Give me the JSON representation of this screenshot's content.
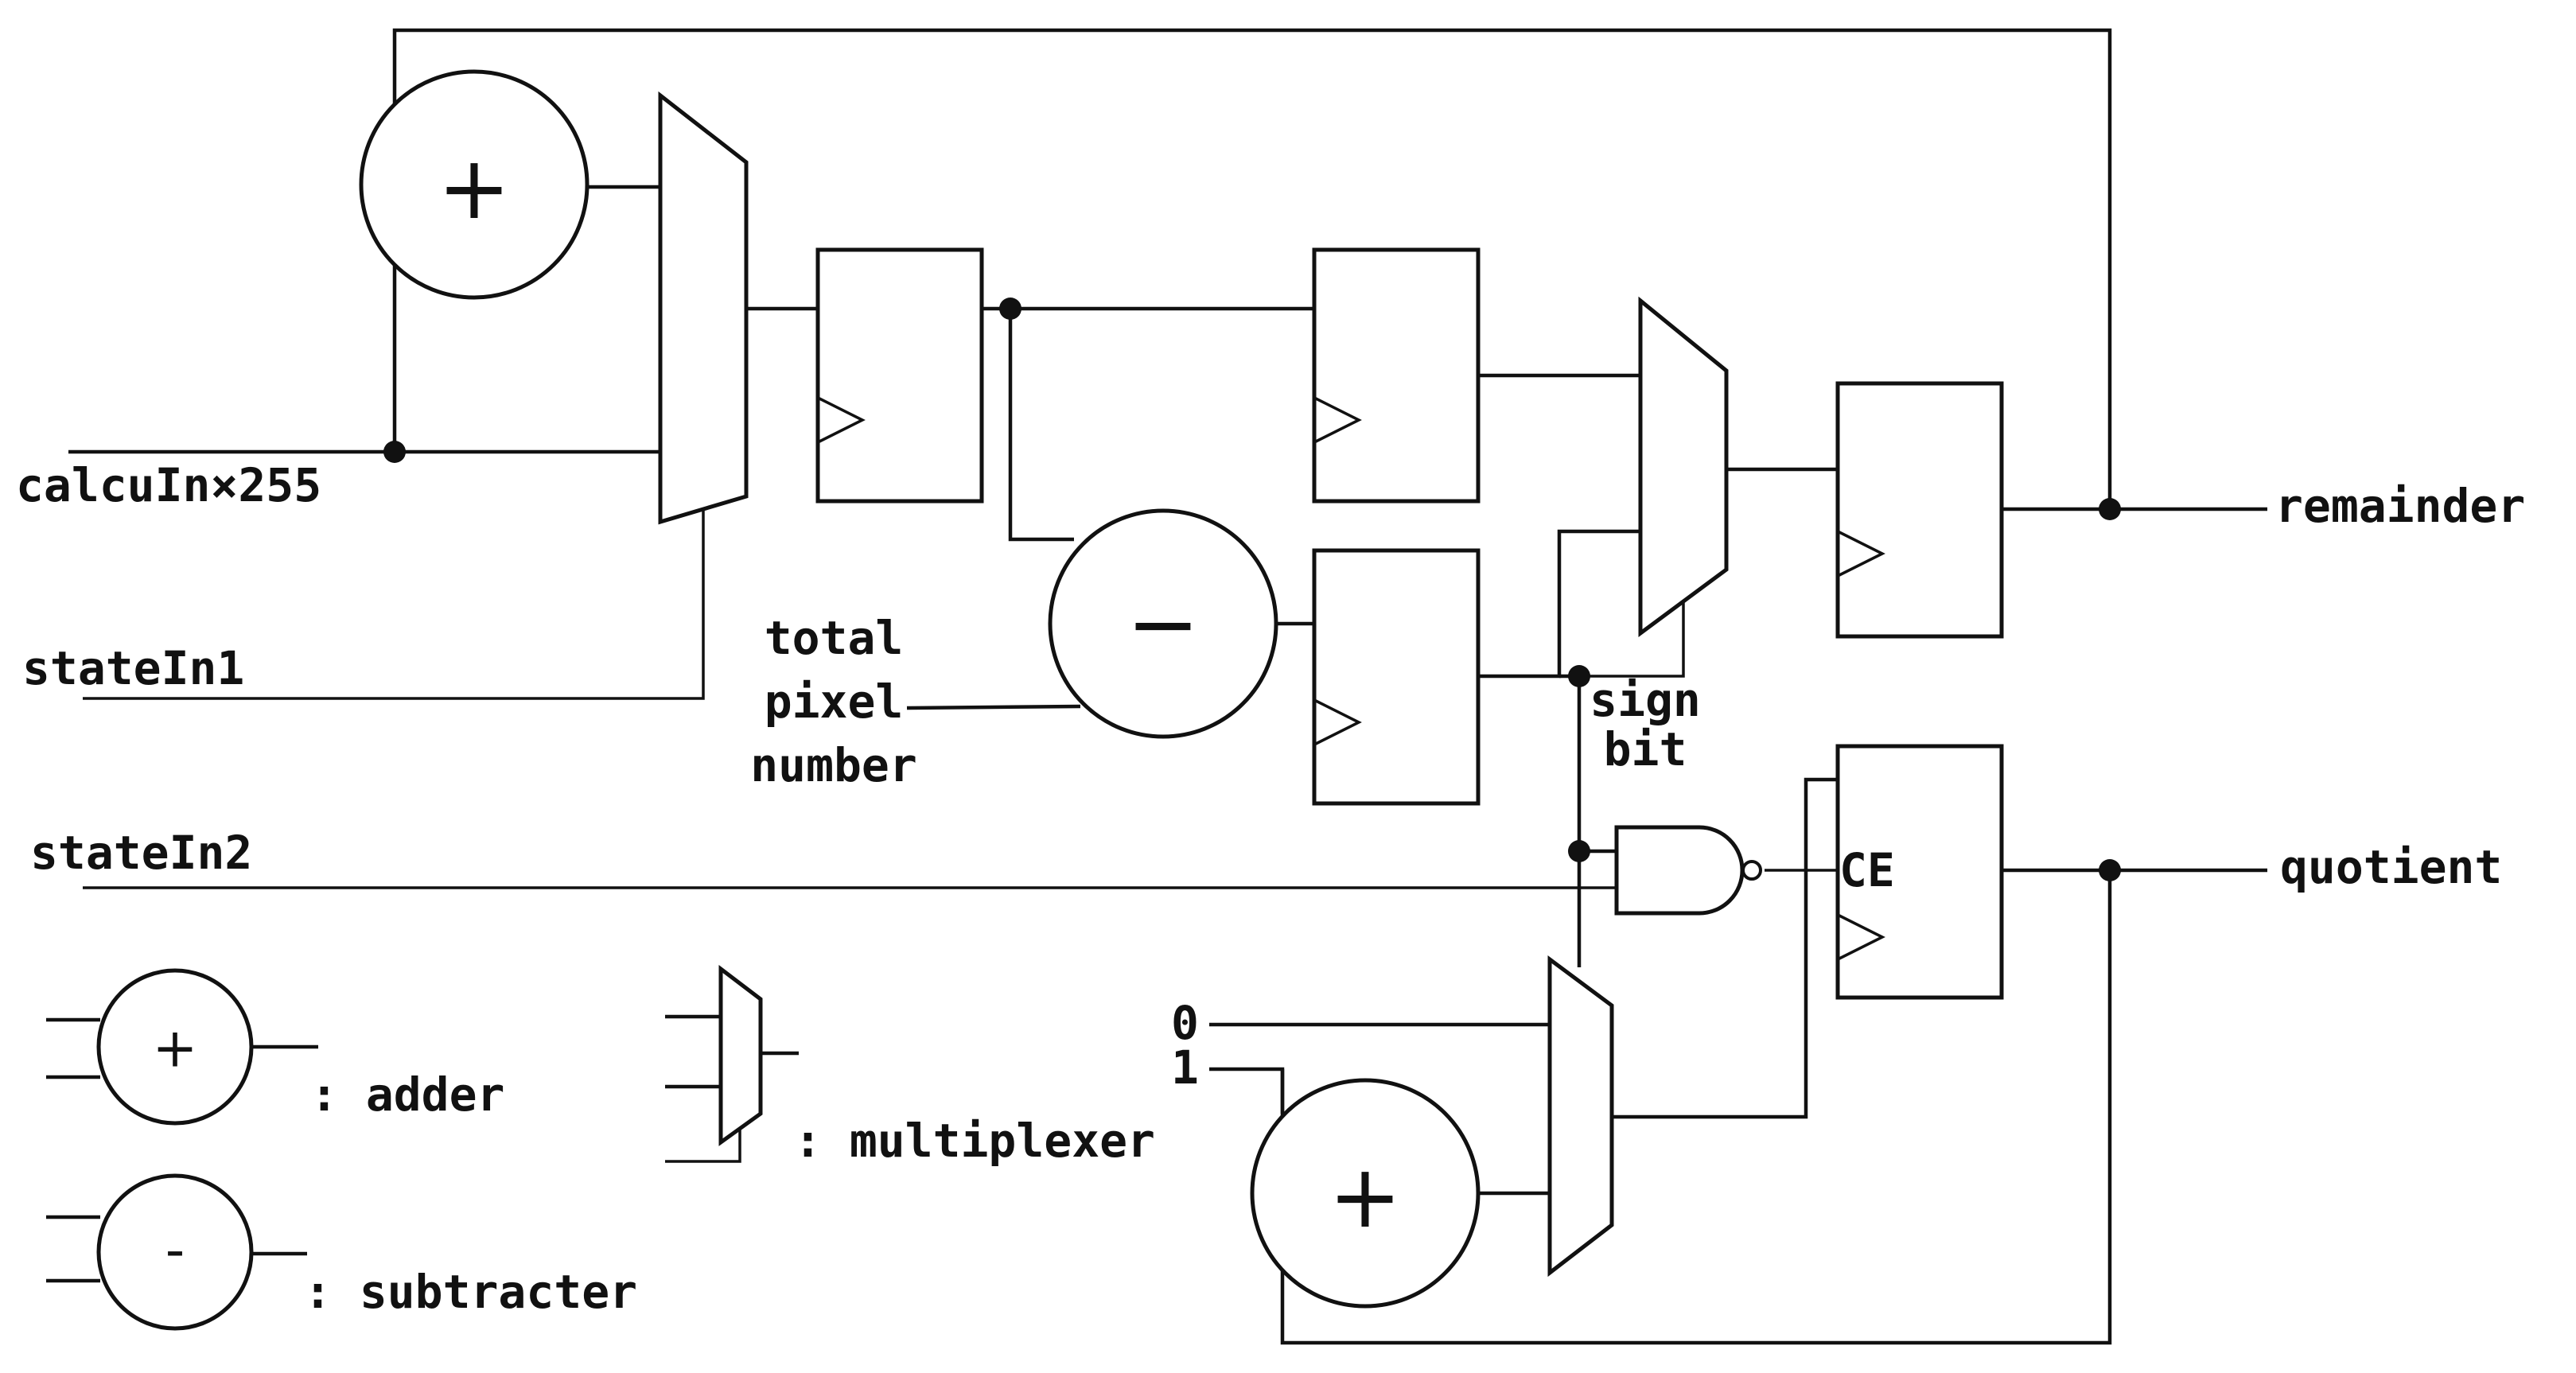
{
  "inputs": {
    "calcu_in": "calcuIn×255",
    "state_in1": "stateIn1",
    "state_in2": "stateIn2",
    "total_pixel_line1": "total",
    "total_pixel_line2": "pixel",
    "total_pixel_line3": "number",
    "const0": "0",
    "const1": "1"
  },
  "outputs": {
    "remainder": "remainder",
    "quotient": "quotient"
  },
  "signals": {
    "sign_line1": "sign",
    "sign_line2": "bit",
    "ce": "CE"
  },
  "symbols": {
    "plus": "+",
    "minus": "−",
    "minus_small": "-"
  },
  "legend": {
    "adder": ": adder",
    "subtracter": ": subtracter",
    "multiplexer": ": multiplexer"
  }
}
